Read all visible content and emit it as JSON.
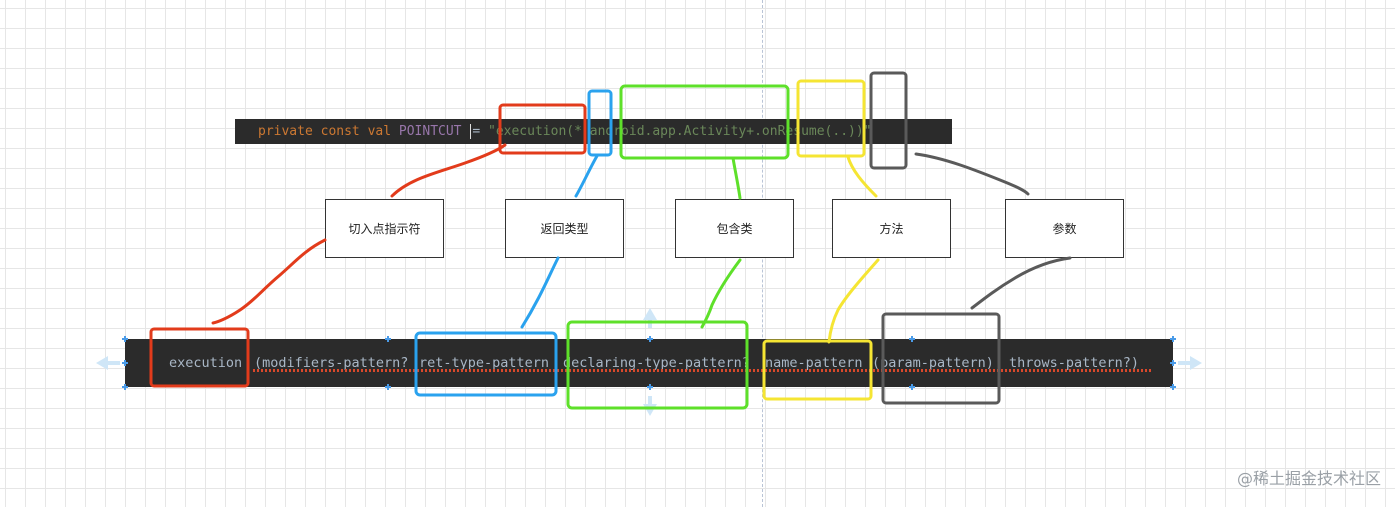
{
  "top_code": {
    "keywords": "private const val",
    "name": "POINTCUT",
    "op": "=",
    "string": "\"execution(* android.app.Activity+.onResume(..))\""
  },
  "bottom_code": {
    "tokens": [
      "execution",
      "(modifiers-pattern?",
      "ret-type-pattern",
      "declaring-type-pattern?",
      "name-pattern",
      "(param-pattern)",
      "throws-pattern?)"
    ]
  },
  "labels": {
    "designator": "切入点指示符",
    "return_type": "返回类型",
    "declaring_type": "包含类",
    "method": "方法",
    "params": "参数"
  },
  "colors": {
    "red": "#e23b1b",
    "blue": "#2aa2ee",
    "green": "#5ee02a",
    "yellow": "#f5e533",
    "gray": "#5a5a5a"
  },
  "watermark": "@稀土掘金技术社区"
}
